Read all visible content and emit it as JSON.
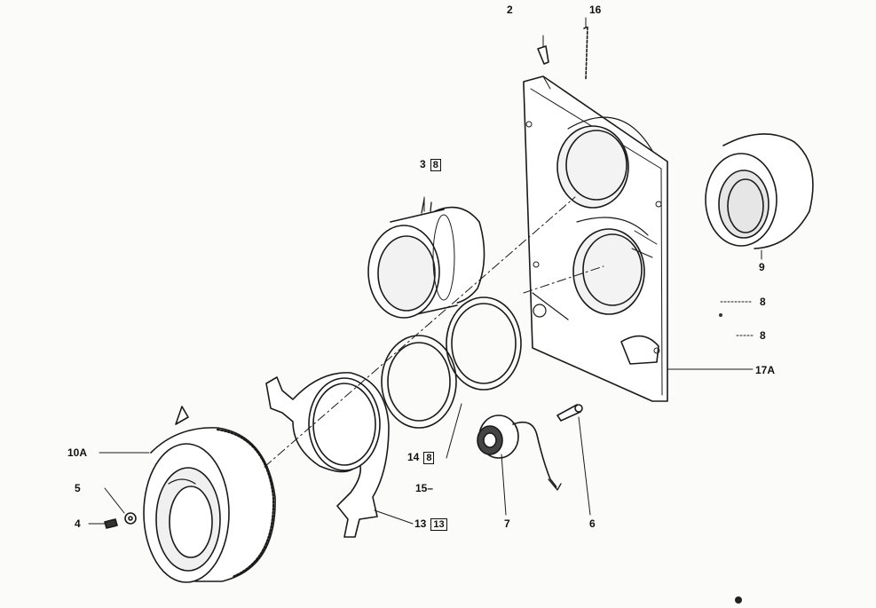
{
  "callouts": {
    "p2": {
      "number": "2"
    },
    "p16": {
      "number": "16"
    },
    "p3": {
      "number": "3",
      "ref": "8"
    },
    "p9": {
      "number": "9"
    },
    "p8a": {
      "number": "8"
    },
    "p8b": {
      "number": "8"
    },
    "p17a": {
      "number": "17A"
    },
    "p10a": {
      "number": "10A"
    },
    "p5": {
      "number": "5"
    },
    "p4": {
      "number": "4"
    },
    "p14": {
      "number": "14",
      "ref": "8"
    },
    "p15": {
      "number": "15"
    },
    "p7": {
      "number": "7"
    },
    "p6": {
      "number": "6"
    },
    "p13": {
      "number": "13",
      "ref": "13"
    }
  }
}
